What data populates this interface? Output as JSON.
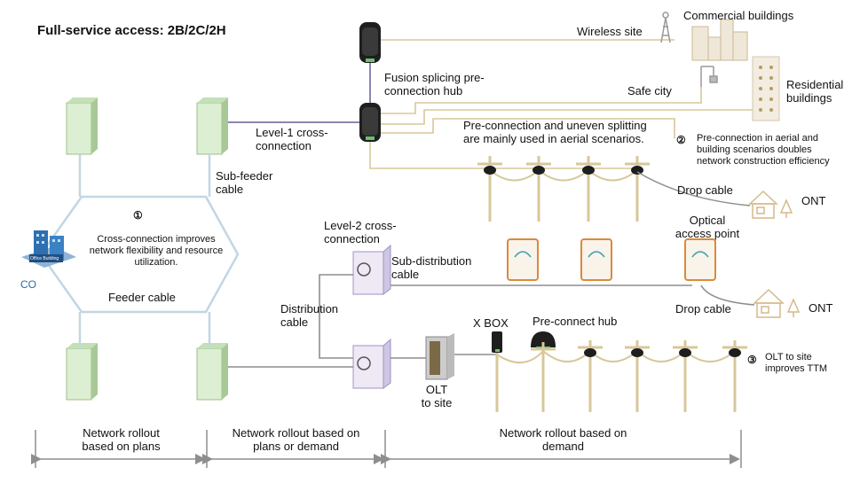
{
  "title": "Full-service access: 2B/2C/2H",
  "labels": {
    "wireless_site": "Wireless site",
    "commercial_buildings": "Commercial buildings",
    "fusion_hub": "Fusion splicing pre-\nconnection hub",
    "residential_buildings": "Residential\nbuildings",
    "safe_city": "Safe city",
    "level1": "Level-1 cross-\nconnection",
    "aerial_note": "Pre-connection and uneven splitting\nare mainly used in aerial scenarios.",
    "note2": "Pre-connection in aerial and\nbuilding scenarios doubles\nnetwork construction efficiency",
    "sub_feeder": "Sub-feeder\ncable",
    "drop_cable_top": "Drop cable",
    "ont_top": "ONT",
    "note1": "Cross-connection improves\nnetwork flexibility and resource\nutilization.",
    "co": "CO",
    "office_building": "Office Building",
    "feeder": "Feeder cable",
    "level2": "Level-2 cross-\nconnection",
    "sub_distribution": "Sub-distribution\ncable",
    "optical_ap": "Optical\naccess point",
    "distribution": "Distribution\ncable",
    "drop_cable_mid": "Drop cable",
    "ont_mid": "ONT",
    "xbox": "X BOX",
    "preconnect_hub": "Pre-connect hub",
    "olt_site": "OLT\nto site",
    "note3": "OLT to site\nimproves TTM",
    "badge1": "①",
    "badge2": "②",
    "badge3": "③"
  },
  "rollout": [
    "Network rollout\nbased on plans",
    "Network rollout based on\nplans or demand",
    "Network rollout based on\ndemand"
  ],
  "colors": {
    "cabinet_light": "#dcefd2",
    "cabinet_dark": "#9cbf8a",
    "fiber": "#d8c79a",
    "line_gray": "#8e8e8e",
    "hex_border": "#c2d6e2",
    "level1_line": "#8b87b0",
    "building_blue": "#2e6fb0",
    "co_text": "#2d6aa3",
    "ap_orange": "#d98a3a"
  }
}
